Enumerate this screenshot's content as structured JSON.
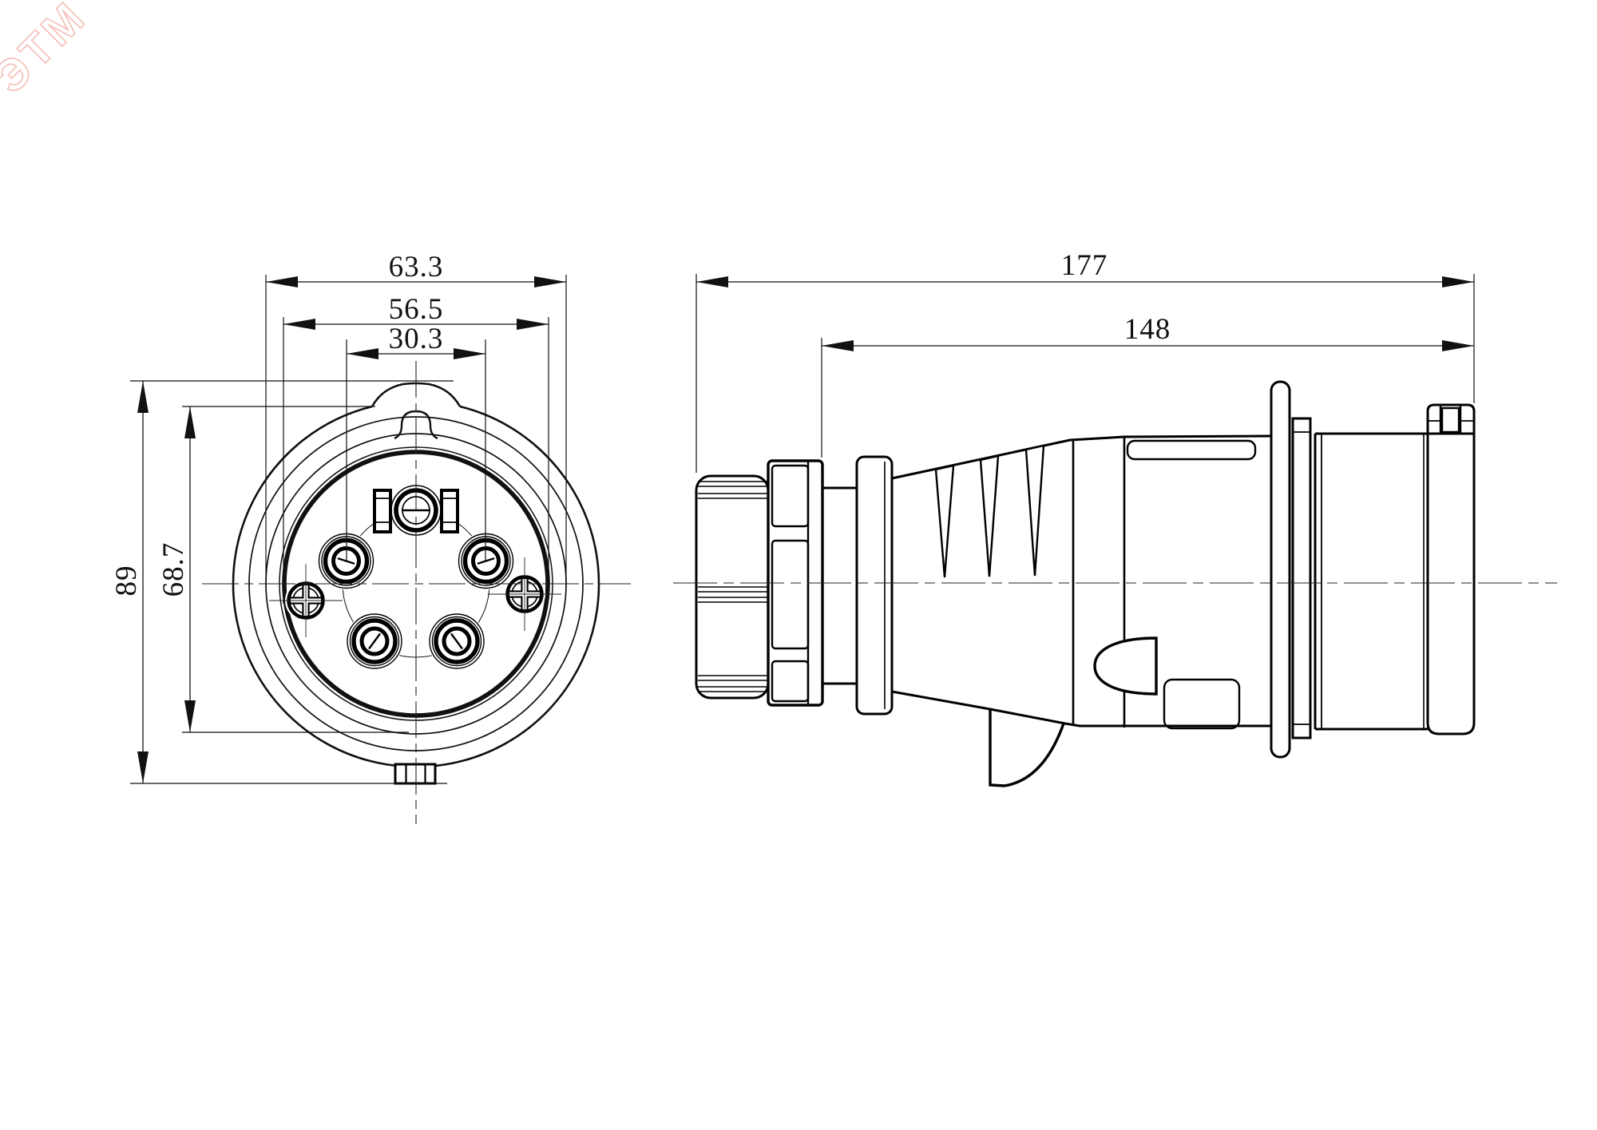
{
  "watermark": {
    "text": "ЭТМ",
    "color": "#e2604c"
  },
  "front_view": {
    "dim_flange_width": "63.3",
    "dim_body_width": "56.5",
    "dim_pin_pitch": "30.3",
    "dim_overall_height": "89",
    "dim_face_height": "68.7"
  },
  "side_view": {
    "dim_overall_length": "177",
    "dim_body_length": "148"
  }
}
